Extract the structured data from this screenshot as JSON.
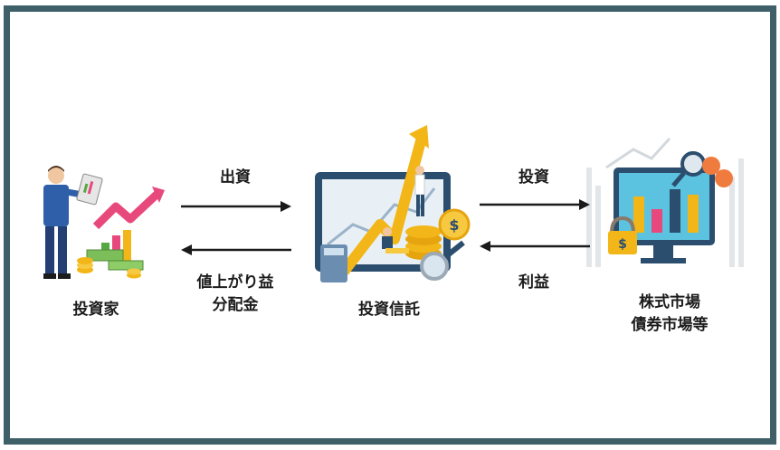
{
  "nodes": {
    "investor": {
      "label": "投資家"
    },
    "fund": {
      "label": "投資信託"
    },
    "market": {
      "label_line1": "株式市場",
      "label_line2": "債券市場等"
    }
  },
  "flows": {
    "top_left": "出資",
    "bottom_left_line1": "値上がり益",
    "bottom_left_line2": "分配金",
    "top_right": "投資",
    "bottom_right": "利益"
  },
  "colors": {
    "border": "#3f6069",
    "arrow": "#1a1a1a",
    "accent_yellow": "#f2b619",
    "accent_pink": "#e8497d",
    "accent_blue": "#2f5fa8"
  }
}
